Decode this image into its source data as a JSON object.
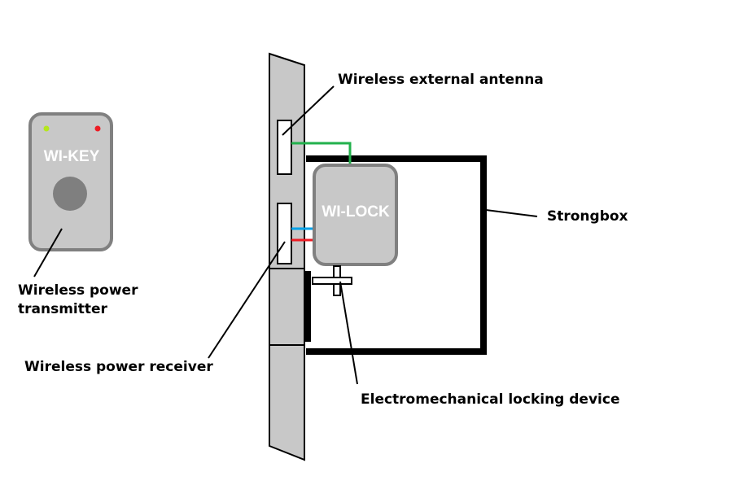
{
  "devices": {
    "key_name": "WI-KEY",
    "lock_name": "WI-LOCK"
  },
  "labels": {
    "antenna": "Wireless external antenna",
    "strongbox": "Strongbox",
    "transmitter_line1": "Wireless power",
    "transmitter_line2": "transmitter",
    "receiver": "Wireless power receiver",
    "locking_device": "Electromechanical locking device"
  },
  "colors": {
    "background": "#ffffff",
    "device_fill": "#c8c8c8",
    "device_border": "#808080",
    "key_button": "#7f7f7f",
    "led_green": "#b5e61d",
    "led_red": "#ed1c24",
    "antenna_wire": "#22b14c",
    "wire_blue": "#00a2e8",
    "wire_red": "#ed1c24",
    "outline": "#000000"
  }
}
